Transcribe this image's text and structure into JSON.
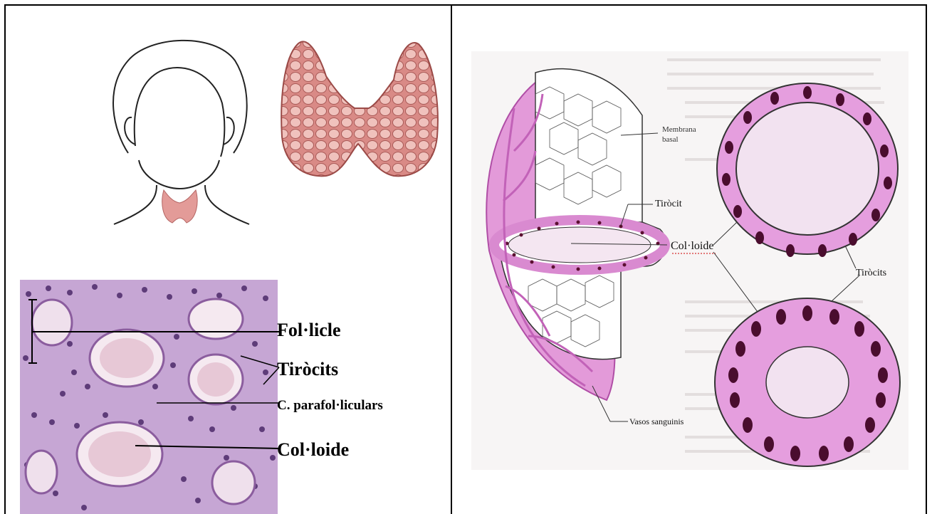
{
  "left_panel": {
    "histology_labels": {
      "follicle": "Fol·licle",
      "thyrocytes": "Tiròcits",
      "parafollicular": "C. parafol·liculars",
      "colloid": "Col·loide"
    }
  },
  "right_panel": {
    "labels": {
      "basal_membrane_line1": "Membrana",
      "basal_membrane_line2": "basal",
      "thyrocyte": "Tiròcit",
      "colloid": "Col·loide",
      "thyrocytes": "Tiròcits",
      "blood_vessels": "Vasos sanguinis"
    }
  },
  "colors": {
    "tissue_bg": "#c7a7d6",
    "colloid": "#ecd9e4",
    "cell_pink": "#e7a2de",
    "nucleus": "#3b0c25",
    "thyroid_red": "#d98a86",
    "vessel": "#c262b8"
  }
}
